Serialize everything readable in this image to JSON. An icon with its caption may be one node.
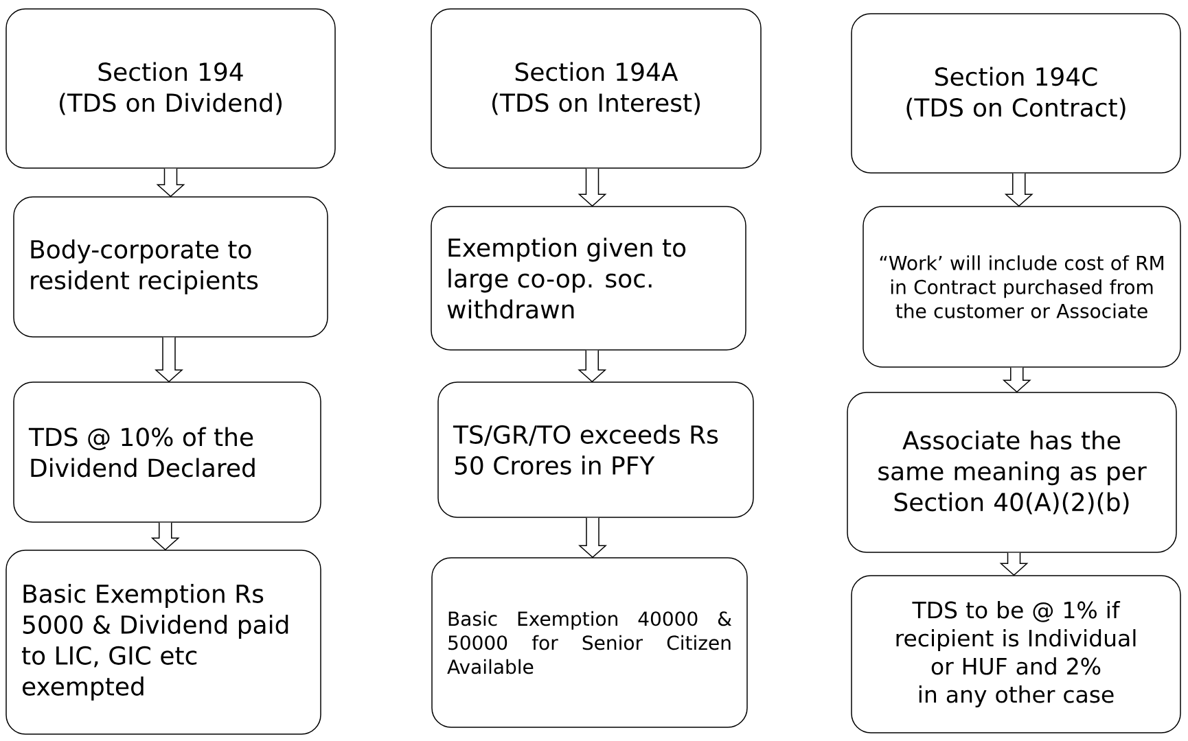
{
  "diagram": {
    "nodes": [
      {
        "text": [
          "Section 194",
          "(TDS on Dividend)"
        ]
      },
      {
        "text": [
          "Body-corporate to resident recipients"
        ]
      },
      {
        "text": [
          "TDS @ 10% of the Dividend Declared"
        ]
      },
      {
        "text": [
          "Basic Exemption Rs 5000 & Dividend paid to LIC, GIC etc exempted"
        ]
      },
      {
        "text": [
          "Section 194A",
          "(TDS on Interest)"
        ]
      },
      {
        "text": [
          "Exemption given to large co-op. soc. withdrawn"
        ]
      },
      {
        "text": [
          "TS/GR/TO exceeds Rs 50 Crores in PFY"
        ]
      },
      {
        "text": [
          "Basic Exemption 40000 & 50000 for Senior Citizen Available"
        ]
      },
      {
        "text": [
          "Section 194C",
          "(TDS on Contract)"
        ]
      },
      {
        "text": [
          "“Work’ will include cost of RM in Contract purchased from the customer or Associate"
        ]
      },
      {
        "text": [
          "Associate has the same meaning as per Section 40(A)(2)(b)"
        ]
      },
      {
        "text": [
          "TDS to be @ 1% if recipient is Individual or HUF and 2% in any other case"
        ]
      }
    ],
    "edges": [
      {
        "from": 0,
        "to": 1,
        "arrow": "to"
      },
      {
        "from": 1,
        "to": 2,
        "arrow": "to"
      },
      {
        "from": 2,
        "to": 3,
        "arrow": "to"
      },
      {
        "from": 4,
        "to": 5,
        "arrow": "to"
      },
      {
        "from": 5,
        "to": 6,
        "arrow": "to"
      },
      {
        "from": 6,
        "to": 7,
        "arrow": "to"
      },
      {
        "from": 8,
        "to": 9,
        "arrow": "to"
      },
      {
        "from": 9,
        "to": 10,
        "arrow": "to"
      },
      {
        "from": 10,
        "to": 11,
        "arrow": "to"
      }
    ]
  }
}
